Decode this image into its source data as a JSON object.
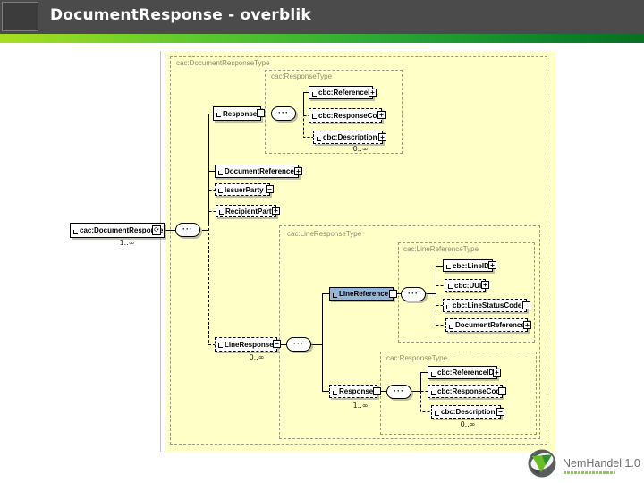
{
  "header": {
    "title": "DocumentResponse - overblik"
  },
  "diagram": {
    "regions": {
      "documentResponseType": "cac:DocumentResponseType",
      "responseType1": "cac:ResponseType",
      "lineResponseType": "cac:LineResponseType",
      "lineReferenceType": "cac:LineReferenceType",
      "responseType2": "cac:ResponseType"
    },
    "nodes": {
      "root": {
        "label": "cac:DocumentResponse",
        "cardinality": "1..∞"
      },
      "response1": {
        "label": "Response"
      },
      "referenceId1": {
        "label": "cbc:ReferenceID"
      },
      "responseCode1": {
        "label": "cbc:ResponseCode"
      },
      "description1": {
        "label": "cbc:Description",
        "cardinality": "0..∞"
      },
      "documentReference1": {
        "label": "DocumentReference"
      },
      "issuerParty": {
        "label": "IssuerParty"
      },
      "recipientParty": {
        "label": "RecipientParty"
      },
      "lineResponse": {
        "label": "LineResponse",
        "cardinality": "0..∞"
      },
      "lineReference": {
        "label": "LineReference"
      },
      "lineId": {
        "label": "cbc:LineID"
      },
      "uuid": {
        "label": "cbc:UUID"
      },
      "lineStatusCode": {
        "label": "cbc:LineStatusCode"
      },
      "documentReference2": {
        "label": "DocumentReference"
      },
      "response2": {
        "label": "Response",
        "cardinality": "1..∞"
      },
      "referenceId2": {
        "label": "cbc:ReferenceID"
      },
      "responseCode2": {
        "label": "cbc:ResponseCode"
      },
      "description2": {
        "label": "cbc:Description",
        "cardinality": "0..∞"
      }
    },
    "icons": {
      "sequence": "···",
      "plus": "+",
      "minus": "−",
      "recurring": "⟳"
    },
    "colors": {
      "canvas": "#ffffc8",
      "selected": "#95b4d6",
      "titlebar": "#4b4b4b",
      "accent_green": "#2aa835"
    }
  },
  "logo": {
    "name": "NemHandel 1.0"
  }
}
